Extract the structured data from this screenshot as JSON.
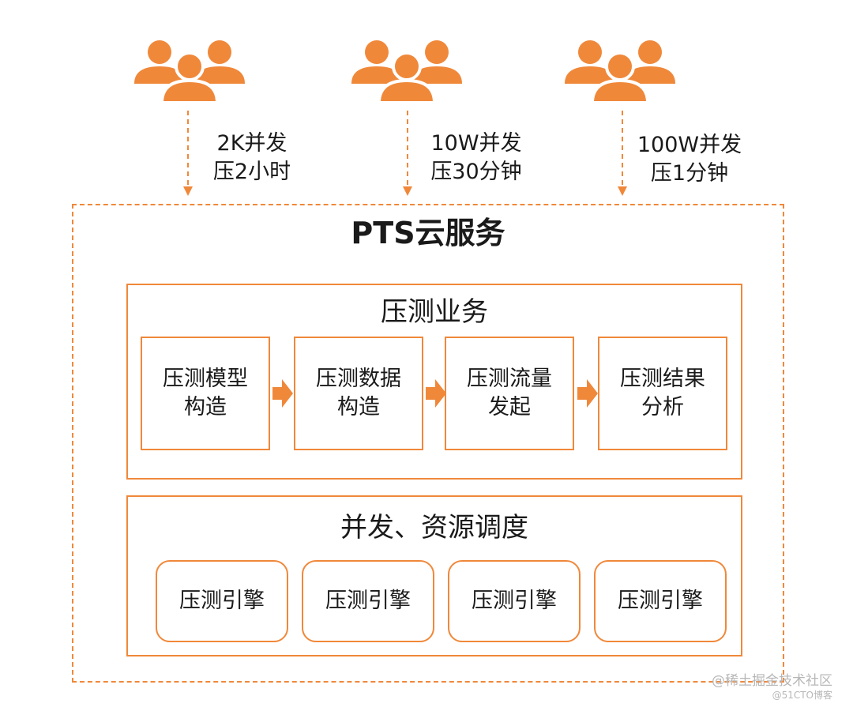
{
  "colors": {
    "accent": "#f0883a",
    "text": "#1a1a1a"
  },
  "users": [
    {
      "icon": "user-group-icon",
      "label_line1": "2K并发",
      "label_line2": "压2小时"
    },
    {
      "icon": "user-group-icon",
      "label_line1": "10W并发",
      "label_line2": "压30分钟"
    },
    {
      "icon": "user-group-icon",
      "label_line1": "100W并发",
      "label_line2": "压1分钟"
    }
  ],
  "service": {
    "title": "PTS云服务",
    "business": {
      "title": "压测业务",
      "steps": [
        {
          "line1": "压测模型",
          "line2": "构造"
        },
        {
          "line1": "压测数据",
          "line2": "构造"
        },
        {
          "line1": "压测流量",
          "line2": "发起"
        },
        {
          "line1": "压测结果",
          "line2": "分析"
        }
      ]
    },
    "scheduling": {
      "title": "并发、资源调度",
      "engines": [
        "压测引擎",
        "压测引擎",
        "压测引擎",
        "压测引擎"
      ]
    }
  },
  "watermark": {
    "line1": "@稀土掘金技术社区",
    "line2": "@51CTO博客"
  }
}
